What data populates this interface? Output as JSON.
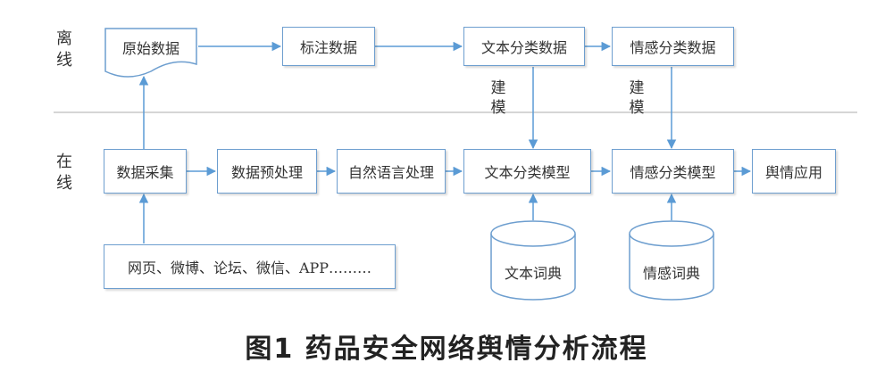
{
  "sections": {
    "offline": "离线",
    "online": "在线"
  },
  "offline_nodes": {
    "raw_data": "原始数据",
    "label_data": "标注数据",
    "text_class_data": "文本分类数据",
    "emotion_class_data": "情感分类数据"
  },
  "online_nodes": {
    "collect": "数据采集",
    "preprocess": "数据预处理",
    "nlp": "自然语言处理",
    "text_model": "文本分类模型",
    "emotion_model": "情感分类模型",
    "application": "舆情应用"
  },
  "sources": "网页、微博、论坛、微信、APP………",
  "build_labels": [
    "建模",
    "建模"
  ],
  "dictionaries": {
    "text_dict": "文本词典",
    "emotion_dict": "情感词典"
  },
  "caption": "图1  药品安全网络舆情分析流程",
  "colors": {
    "box_border": "#6d9ecf",
    "arrow": "#5b9bd5",
    "divider": "#c8c8c8"
  }
}
